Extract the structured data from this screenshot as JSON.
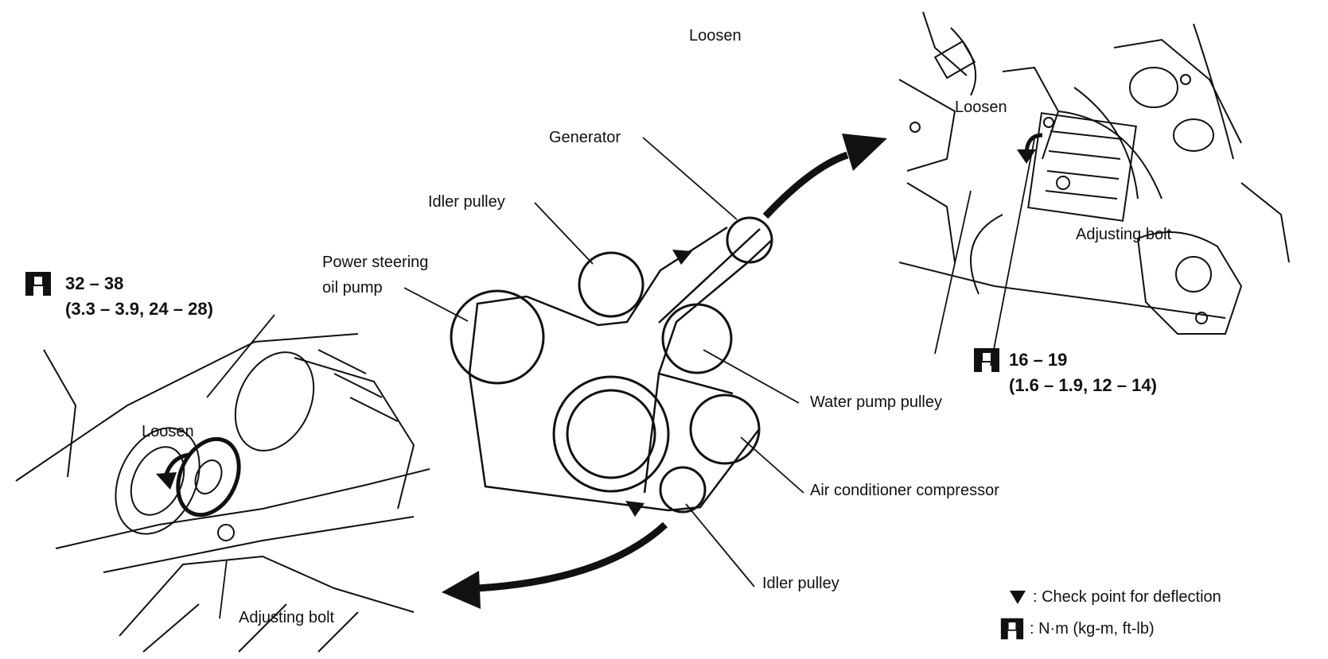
{
  "labels": {
    "loosen_top": "Loosen",
    "loosen_right": "Loosen",
    "loosen_left": "Loosen",
    "generator": "Generator",
    "idler_pulley_top": "Idler pulley",
    "power_steering_line1": "Power steering",
    "power_steering_line2": "oil pump",
    "water_pump_pulley": "Water pump pulley",
    "air_conditioner_compressor": "Air conditioner compressor",
    "idler_pulley_bottom": "Idler pulley",
    "adjusting_bolt_right": "Adjusting bolt",
    "adjusting_bolt_left": "Adjusting bolt"
  },
  "torque": {
    "left_nm": "32 – 38",
    "left_alt": "(3.3 – 3.9, 24 – 28)",
    "right_nm": "16 – 19",
    "right_alt": "(1.6 – 1.9, 12 – 14)"
  },
  "legend": {
    "check_point": ": Check point for deflection",
    "units": ": N·m (kg-m, ft-lb)"
  },
  "icons": [
    "torque-wrench-icon",
    "deflection-triangle-icon",
    "curved-arrow-icon",
    "rotation-arrow-icon"
  ]
}
